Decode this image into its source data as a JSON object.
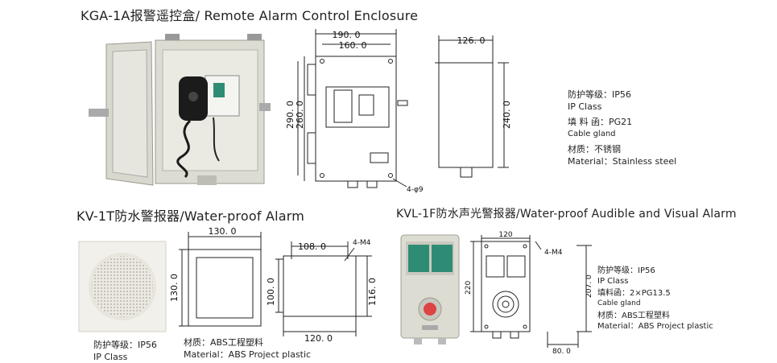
{
  "section1": {
    "title": "KGA-1A报警遥控盒/ Remote Alarm Control Enclosure",
    "dims": {
      "width_outer": "190. 0",
      "width_inner": "160. 0",
      "height_outer": "290. 0",
      "height_inner": "260. 0",
      "depth": "126. 0",
      "depth_height": "240. 0",
      "holes": "4-φ9"
    },
    "specs": [
      "防护等级：IP56",
      "IP Class",
      "填 料 函：PG21",
      "Cable gland",
      "材质：不锈钢",
      "Material：Stainless steel"
    ]
  },
  "section2": {
    "title": "KV-1T防水警报器/Water-proof  Alarm",
    "dims": {
      "front_width": "130. 0",
      "front_height": "130. 0",
      "side_top": "108. 0",
      "holes": "4-M4",
      "side_inner_h": "100. 0",
      "side_outer_h": "116. 0",
      "side_bottom": "120. 0"
    },
    "specs": [
      "防护等级：IP56",
      "IP Class",
      "材质：ABS工程塑料",
      "Material：ABS Project plastic"
    ]
  },
  "section3": {
    "title": "KVL-1F防水声光警报器/Water-proof Audible and Visual Alarm",
    "dims": {
      "width": "120",
      "height": "220",
      "holes": "4-M4",
      "mount_h": "207. 0",
      "mount_w": "80. 0"
    },
    "specs": [
      "防护等级：IP56",
      "IP Class",
      "填料函：2×PG13.5",
      "Cable gland",
      "材质：ABS工程塑料",
      "Material：ABS Project plastic"
    ]
  },
  "colors": {
    "enclosure": "#dcdcd2",
    "panel_green": "#2e8c74",
    "line": "#222222"
  }
}
